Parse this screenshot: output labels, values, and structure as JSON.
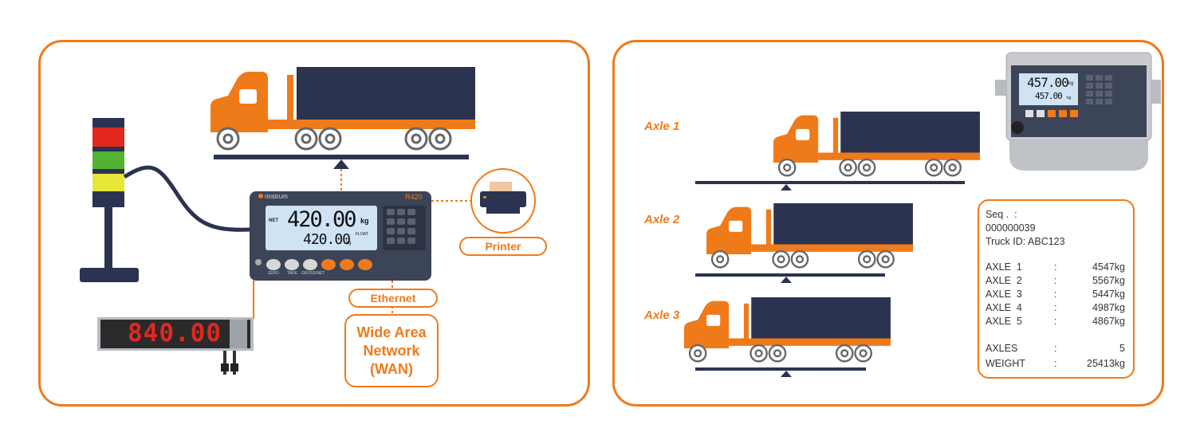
{
  "left_panel": {
    "indicator": {
      "brand": "rinstrum",
      "model": "R420",
      "net_label": "NET",
      "main_reading": "420.00",
      "main_unit": "kg",
      "sub_reading": "420.00",
      "sub_unit": "kg",
      "sub_tag": "FLOAT",
      "key_labels": [
        "ZERO",
        "TARE",
        "GROSS/NET"
      ]
    },
    "remote_display": {
      "reading": "840.00"
    },
    "printer_label": "Printer",
    "ethernet_label": "Ethernet",
    "wan_label": [
      "Wide Area",
      "Network",
      "(WAN)"
    ]
  },
  "right_panel": {
    "axle_labels": [
      "Axle 1",
      "Axle 2",
      "Axle 3"
    ],
    "indicator": {
      "main_reading": "457.00",
      "main_unit": "kg",
      "sub_reading": "457.00",
      "sub_unit": "kg"
    },
    "ticket": {
      "seq_label": "Seq .  :",
      "seq_number": "000000039",
      "truck_id": "Truck ID: ABC123",
      "axles": [
        {
          "name": "AXLE  1",
          "weight": "4547kg"
        },
        {
          "name": "AXLE  2",
          "weight": "5567kg"
        },
        {
          "name": "AXLE  3",
          "weight": "5447kg"
        },
        {
          "name": "AXLE  4",
          "weight": "4987kg"
        },
        {
          "name": "AXLE  5",
          "weight": "4867kg"
        }
      ],
      "axles_total_label": "AXLES",
      "axles_total_value": "5",
      "weight_label": "WEIGHT",
      "weight_value": "25413kg"
    }
  },
  "colors": {
    "accent": "#ef7a1a",
    "navy": "#2b3350",
    "trailer": "#2b3350",
    "lcd": "#cfe3f5",
    "led_red": "#e0281f"
  }
}
